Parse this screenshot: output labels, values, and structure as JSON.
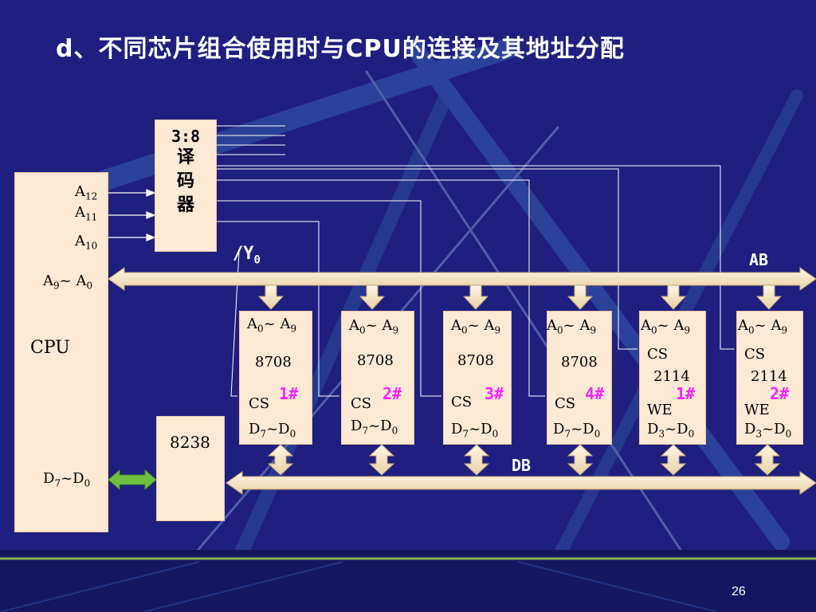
{
  "title": "d、不同芯片组合使用时与CPU的连接及其地址分配",
  "cpu": {
    "label": "CPU",
    "pin_a12": "A",
    "pin_a12_sub": "12",
    "pin_a11": "A",
    "pin_a11_sub": "11",
    "pin_a10": "A",
    "pin_a10_sub": "10",
    "pin_a9_a0_l": "A",
    "pin_a9_a0_s1": "9",
    "pin_a9_a0_mid": "~ A",
    "pin_a9_a0_s2": "0",
    "pin_d7_d0_l": "D",
    "pin_d7_d0_s1": "7",
    "pin_d7_d0_mid": "~D",
    "pin_d7_d0_s2": "0"
  },
  "decoder": {
    "ratio": "3:8",
    "c1": "译",
    "c2": "码",
    "c3": "器"
  },
  "y0_label": "/Y",
  "y0_sub": "0",
  "ab_label": "AB",
  "db_label": "DB",
  "transceiver": "8238",
  "chips": [
    {
      "model": "8708",
      "cs": "CS",
      "num": "1#",
      "data_l": "D",
      "data_s1": "7",
      "data_mid": "~D",
      "data_s2": "0",
      "addr_l": "A",
      "addr_s1": "0",
      "addr_mid": "~ A",
      "addr_s2": "9"
    },
    {
      "model": "8708",
      "cs": "CS",
      "num": "2#",
      "data_l": "D",
      "data_s1": "7",
      "data_mid": "~D",
      "data_s2": "0",
      "addr_l": "A",
      "addr_s1": "0",
      "addr_mid": "~ A",
      "addr_s2": "9"
    },
    {
      "model": "8708",
      "cs": "CS",
      "num": "3#",
      "data_l": "D",
      "data_s1": "7",
      "data_mid": "~D",
      "data_s2": "0",
      "addr_l": "A",
      "addr_s1": "0",
      "addr_mid": "~ A",
      "addr_s2": "9"
    },
    {
      "model": "8708",
      "cs": "CS",
      "num": "4#",
      "data_l": "D",
      "data_s1": "7",
      "data_mid": "~D",
      "data_s2": "0",
      "addr_l": "A",
      "addr_s1": "0",
      "addr_mid": "~ A",
      "addr_s2": "9"
    },
    {
      "model": "2114",
      "cs": "CS",
      "we": "WE",
      "num": "1#",
      "data_l": "D",
      "data_s1": "3",
      "data_mid": "~D",
      "data_s2": "0",
      "addr_l": "A",
      "addr_s1": "0",
      "addr_mid": "~ A",
      "addr_s2": "9"
    },
    {
      "model": "2114",
      "cs": "CS",
      "we": "WE",
      "num": "2#",
      "data_l": "D",
      "data_s1": "3",
      "data_mid": "~D",
      "data_s2": "0",
      "addr_l": "A",
      "addr_s1": "0",
      "addr_mid": "~ A",
      "addr_s2": "9"
    }
  ],
  "page_number": "26",
  "colors": {
    "background": "#1f1f80",
    "box": "#fde9d4",
    "bus": "#f8e6c6",
    "accent": "#ff20ff",
    "db_link": "#70c040"
  }
}
